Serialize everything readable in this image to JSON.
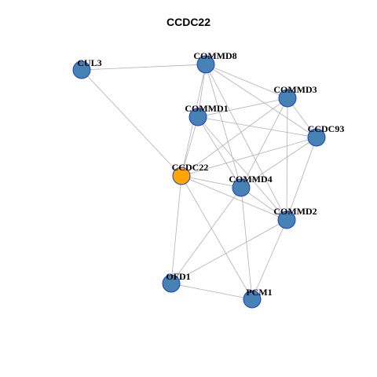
{
  "title": "CCDC22",
  "colors": {
    "node_fill": "#4682b4",
    "node_stroke": "#1f3fbf",
    "center_fill": "#ffa500",
    "edge": "#b0b0b0"
  },
  "nodes": [
    {
      "id": "CUL3",
      "label": "CUL3",
      "center": false
    },
    {
      "id": "COMMD8",
      "label": "COMMD8",
      "center": false
    },
    {
      "id": "COMMD3",
      "label": "COMMD3",
      "center": false
    },
    {
      "id": "COMMD1",
      "label": "COMMD1",
      "center": false
    },
    {
      "id": "CCDC93",
      "label": "CCDC93",
      "center": false
    },
    {
      "id": "CCDC22",
      "label": "CCDC22",
      "center": true
    },
    {
      "id": "COMMD4",
      "label": "COMMD4",
      "center": false
    },
    {
      "id": "COMMD2",
      "label": "COMMD2",
      "center": false
    },
    {
      "id": "OFD1",
      "label": "OFD1",
      "center": false
    },
    {
      "id": "PCM1",
      "label": "PCM1",
      "center": false
    }
  ],
  "edges": [
    [
      "CUL3",
      "COMMD8"
    ],
    [
      "CUL3",
      "CCDC22"
    ],
    [
      "COMMD8",
      "COMMD1"
    ],
    [
      "COMMD8",
      "CCDC22"
    ],
    [
      "COMMD8",
      "COMMD3"
    ],
    [
      "COMMD8",
      "CCDC93"
    ],
    [
      "COMMD8",
      "COMMD4"
    ],
    [
      "COMMD8",
      "COMMD2"
    ],
    [
      "COMMD3",
      "COMMD1"
    ],
    [
      "COMMD3",
      "CCDC22"
    ],
    [
      "COMMD3",
      "COMMD4"
    ],
    [
      "COMMD3",
      "COMMD2"
    ],
    [
      "COMMD3",
      "CCDC93"
    ],
    [
      "COMMD1",
      "CCDC22"
    ],
    [
      "COMMD1",
      "CCDC93"
    ],
    [
      "COMMD1",
      "COMMD4"
    ],
    [
      "COMMD1",
      "COMMD2"
    ],
    [
      "CCDC93",
      "CCDC22"
    ],
    [
      "CCDC93",
      "COMMD4"
    ],
    [
      "CCDC93",
      "COMMD2"
    ],
    [
      "CCDC22",
      "COMMD4"
    ],
    [
      "CCDC22",
      "COMMD2"
    ],
    [
      "CCDC22",
      "OFD1"
    ],
    [
      "CCDC22",
      "PCM1"
    ],
    [
      "COMMD4",
      "COMMD2"
    ],
    [
      "COMMD4",
      "OFD1"
    ],
    [
      "COMMD4",
      "PCM1"
    ],
    [
      "COMMD2",
      "OFD1"
    ],
    [
      "COMMD2",
      "PCM1"
    ],
    [
      "OFD1",
      "PCM1"
    ]
  ]
}
